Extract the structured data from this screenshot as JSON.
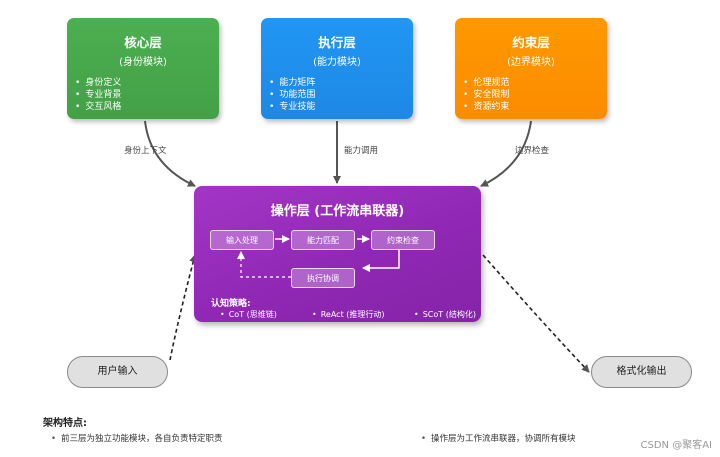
{
  "layers": [
    {
      "id": "core",
      "title": "核心层",
      "subtitle": "(身份模块)",
      "items": [
        "身份定义",
        "专业背景",
        "交互风格"
      ],
      "color": "#4caf50"
    },
    {
      "id": "exec",
      "title": "执行层",
      "subtitle": "(能力模块)",
      "items": [
        "能力矩阵",
        "功能范围",
        "专业技能"
      ],
      "color": "#2196f3"
    },
    {
      "id": "cons",
      "title": "约束层",
      "subtitle": "(边界模块)",
      "items": [
        "伦理规范",
        "安全限制",
        "资源约束"
      ],
      "color": "#ff9800"
    }
  ],
  "edge_labels": {
    "core": "身份上下文",
    "exec": "能力调用",
    "cons": "边界检查"
  },
  "operation_layer": {
    "title": "操作层 (工作流串联器)",
    "steps": [
      "输入处理",
      "能力匹配",
      "约束检查",
      "执行协调"
    ],
    "strategy_title": "认知策略:",
    "strategies": [
      "CoT (思维链)",
      "ReAct (推理行动)",
      "SCoT (结构化)"
    ],
    "color": "#9c27b0"
  },
  "io": {
    "input": "用户输入",
    "output": "格式化输出"
  },
  "features": {
    "title": "架构特点:",
    "items": [
      "前三层为独立功能模块，各自负责特定职责",
      "操作层为工作流串联器，协调所有模块"
    ]
  },
  "watermark": "CSDN @聚客AI"
}
